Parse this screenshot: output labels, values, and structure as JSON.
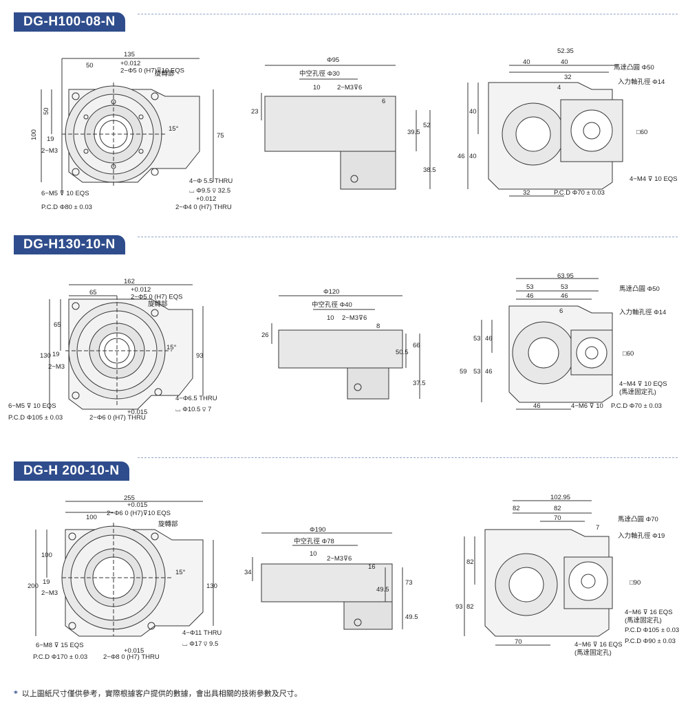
{
  "sections": [
    {
      "model": "DG-H100-08-N",
      "front": {
        "overall_width": "135",
        "half_width": "50",
        "hole_spec": "+0.012\n2−Φ5 0 (H7)⊽10 EQS",
        "rotor_label": "旋轉部",
        "height": "100",
        "upper_half": "50",
        "offset_19": "19",
        "m3": "2−M3",
        "angle": "15°",
        "side_height": "75",
        "thru": "4−Φ 5.5 THRU",
        "cbore": "⌴ Φ9.5 ⊽ 32.5",
        "m5": "6−M5 ⊽ 10 EQS",
        "pcd": "P.C.D  Φ80 ± 0.03",
        "pin_tol": "+0.012",
        "pin": "2−Φ4   0   (H7) THRU"
      },
      "side": {
        "dia": "Φ95",
        "bore": "中空孔徑  Φ30",
        "ten": "10",
        "m3": "2−M3⊽6",
        "h1": "23",
        "h2": "6",
        "h3": "39.5",
        "h4": "52",
        "h5": "38.5"
      },
      "back": {
        "total": "52.35",
        "a": "40",
        "b": "40",
        "c": "32",
        "d": "4",
        "motor_boss": "馬達凸圓  Φ50",
        "input_bore": "入力軸孔徑  Φ14",
        "v1": "40",
        "v2": "40",
        "v3": "46",
        "sq": "□60",
        "m4": "4−M4 ⊽ 10 EQS",
        "bottom": "32",
        "pcd": "P.C.D   Φ70 ± 0.03"
      }
    },
    {
      "model": "DG-H130-10-N",
      "front": {
        "overall_width": "162",
        "half_width": "65",
        "hole_spec": "+0.012\n2−Φ5 0 (H7) EQS",
        "rotor_label": "旋轉部",
        "height": "130",
        "upper_half": "65",
        "offset_19": "19",
        "m3": "2−M3",
        "angle": "15°",
        "side_height": "93",
        "thru": "4−Φ6.5 THRU",
        "cbore": "⌴ Φ10.5 ⊽ 7",
        "m5": "6−M5 ⊽ 10 EQS",
        "pcd": "P.C.D  Φ105 ± 0.03",
        "pin_tol": "+0.015",
        "pin": "2−Φ6   0  (H7) THRU"
      },
      "side": {
        "dia": "Φ120",
        "bore": "中空孔徑  Φ40",
        "ten": "10",
        "m3": "2−M3⊽6",
        "h1": "26",
        "h2": "8",
        "h3": "50.5",
        "h4": "66",
        "h5": "37.5"
      },
      "back": {
        "total": "63.95",
        "a": "53",
        "b": "53",
        "c": "46",
        "d": "46",
        "e": "6",
        "motor_boss": "馬達凸圓  Φ50",
        "input_bore": "入力軸孔徑  Φ14",
        "v1": "53",
        "v2": "46",
        "v3": "59",
        "v4": "53",
        "v5": "46",
        "sq": "□60",
        "m4": "4−M4 ⊽ 10 EQS",
        "m4_note": "(馬達固定孔)",
        "m6": "4−M6 ⊽ 10",
        "bottom": "46",
        "pcd": "P.C.D     Φ70 ± 0.03"
      }
    },
    {
      "model": "DG-H 200-10-N",
      "front": {
        "overall_width": "255",
        "half_width": "100",
        "hole_tol": "+0.015",
        "hole_spec": "2−Φ6   0   (H7)⊽10 EQS",
        "rotor_label": "旋轉部",
        "height": "200",
        "upper_half": "100",
        "offset_19": "19",
        "m3": "2−M3",
        "angle": "15°",
        "side_height": "130",
        "thru": "4−Φ11 THRU",
        "cbore": "⌴ Φ17 ⊽ 9.5",
        "m8": "6−M8 ⊽ 15 EQS",
        "pcd": "P.C.D  Φ170 ± 0.03",
        "pin_tol": "+0.015",
        "pin": "2−Φ8  0 (H7) THRU"
      },
      "side": {
        "dia": "Φ190",
        "bore": "中空孔徑  Φ78",
        "ten": "10",
        "m3": "2−M3⊽6",
        "h1": "34",
        "h2": "16",
        "h3": "49.5",
        "h4": "73",
        "h5": "49.5"
      },
      "back": {
        "total": "102.95",
        "a": "82",
        "b": "82",
        "c": "70",
        "d": "7",
        "motor_boss": "馬達凸圓  Φ70",
        "input_bore": "入力軸孔徑  Φ19",
        "v1": "82",
        "v2": "82",
        "v3": "93",
        "sq": "□90",
        "m6a": "4−M6 ⊽ 16 EQS",
        "m6a_note": "(馬達固定孔)",
        "pcd1": "P.C.D  Φ105 ± 0.03",
        "pcd2": "P.C.D   Φ90 ± 0.03",
        "m6b": "4−M6 ⊽ 16 EQS",
        "m6b_note": "(馬達固定孔)",
        "bottom": "70"
      }
    }
  ],
  "footnote": "以上圖紙尺寸僅供參考，實際根據客户提供的數據，會出具相關的技術參數及尺寸。",
  "footnote_mark": "*"
}
